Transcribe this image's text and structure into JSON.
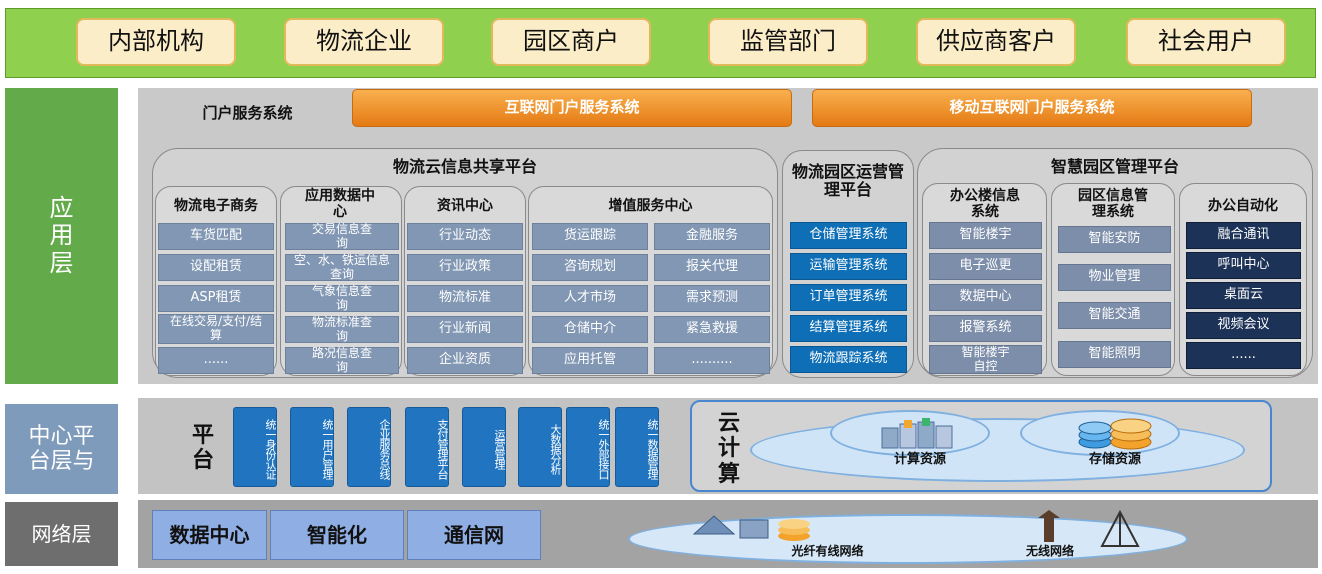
{
  "users": [
    "内部机构",
    "物流企业",
    "园区商户",
    "监管部门",
    "供应商客户",
    "社会用户"
  ],
  "layers": {
    "app": "应用层",
    "platform": "中心平台层与",
    "network": "网络层"
  },
  "portal": {
    "label": "门户服务系统",
    "internet": "互联网门户服务系统",
    "mobile": "移动互联网门户服务系统"
  },
  "cloud_share": {
    "title": "物流云信息共享平台",
    "ecommerce": {
      "title": "物流电子商务",
      "items": [
        "车货匹配",
        "设配租赁",
        "ASP租赁",
        "在线交易/支付/结算",
        "......"
      ]
    },
    "data_center": {
      "title": "应用数据中心",
      "items": [
        "交易信息查询",
        "空、水、铁运信息查询",
        "气象信息查询",
        "物流标准查询",
        "路况信息查询"
      ]
    },
    "info_center": {
      "title": "资讯中心",
      "items": [
        "行业动态",
        "行业政策",
        "物流标准",
        "行业新闻",
        "企业资质"
      ]
    },
    "value_added": {
      "title": "增值服务中心",
      "col1": [
        "货运跟踪",
        "咨询规划",
        "人才市场",
        "仓储中介",
        "应用托管"
      ],
      "col2": [
        "金融服务",
        "报关代理",
        "需求预测",
        "紧急救援",
        ".........."
      ]
    }
  },
  "park_ops": {
    "title": "物流园区运营管理平台",
    "items": [
      "仓储管理系统",
      "运输管理系统",
      "订单管理系统",
      "结算管理系统",
      "物流跟踪系统"
    ]
  },
  "smart_park": {
    "title": "智慧园区管理平台",
    "office": {
      "title": "办公楼信息系统",
      "items": [
        "智能楼宇",
        "电子巡更",
        "数据中心",
        "报警系统",
        "智能楼宇自控"
      ]
    },
    "park_info": {
      "title": "园区信息管理系统",
      "items": [
        "智能安防",
        "物业管理",
        "智能交通",
        "智能照明"
      ]
    },
    "automation": {
      "title": "办公自动化",
      "items": [
        "融合通讯",
        "呼叫中心",
        "桌面云",
        "视频会议",
        "......"
      ]
    }
  },
  "platform": {
    "label": "平台",
    "items": [
      "统一身份认证",
      "统一用户管理",
      "企业服务总线",
      "支付管理平台",
      "运营管理",
      "大数据分析",
      "统一外部接口",
      "统一数据管理"
    ]
  },
  "cloud_computing": {
    "label": "云计算",
    "compute": "计算资源",
    "storage": "存储资源"
  },
  "network": {
    "items": [
      "数据中心",
      "智能化",
      "通信网"
    ],
    "wired": "光纤有线网络",
    "wireless": "无线网络"
  },
  "colors": {
    "user_bar": "#8fd14f",
    "app_label": "#63ab4a",
    "orange": "#f39a2e",
    "ops_blue": "#0e6fb6",
    "navy": "#1c3256"
  }
}
